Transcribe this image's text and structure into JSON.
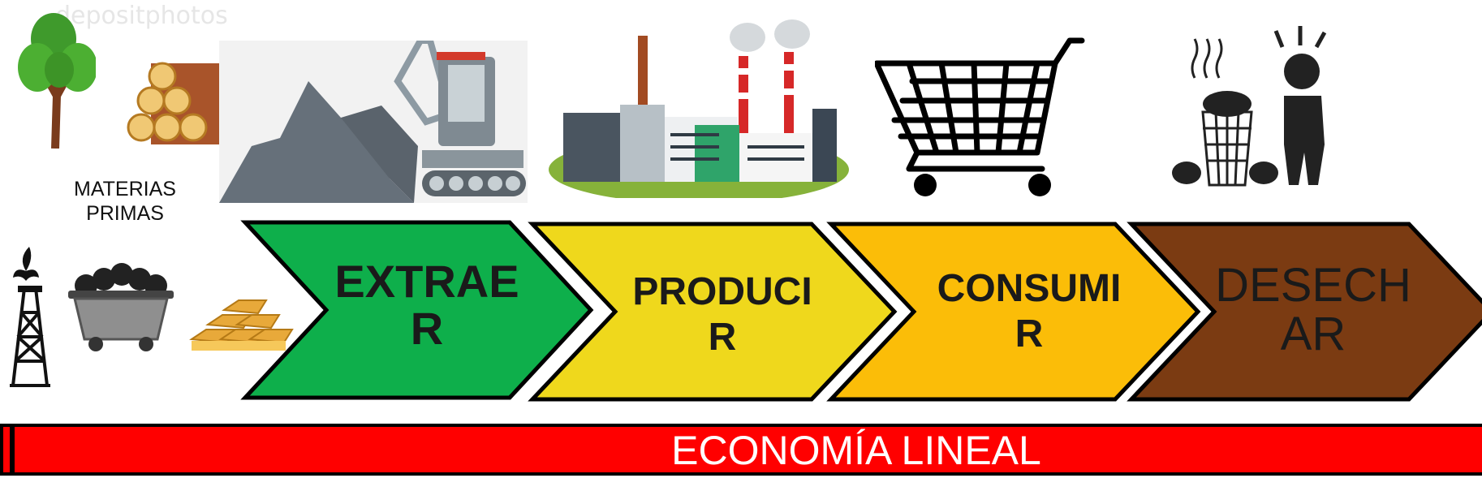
{
  "watermark": "depositphotos",
  "raw_materials_label": "MATERIAS PRIMAS",
  "stages": [
    {
      "text": "EXTRAER",
      "line1": "EXTRAE",
      "line2": "R",
      "color": "#0eaf4b"
    },
    {
      "text": "PRODUCIR",
      "line1": "PRODUCI",
      "line2": "R",
      "color": "#efd81c"
    },
    {
      "text": "CONSUMIR",
      "line1": "CONSUMI",
      "line2": "R",
      "color": "#fbbd08"
    },
    {
      "text": "DESECHAR",
      "line1": "DESECH",
      "line2": "AR",
      "color": "#7b3b12"
    }
  ],
  "banner": {
    "text": "ECONOMÍA LINEAL",
    "color": "#ff0000"
  },
  "icons": [
    "tree-icon",
    "logs-icon",
    "mining-excavator-icon",
    "factory-icon",
    "shopping-cart-icon",
    "trash-person-icon",
    "oil-rig-icon",
    "coal-cart-icon",
    "gold-bars-icon"
  ]
}
